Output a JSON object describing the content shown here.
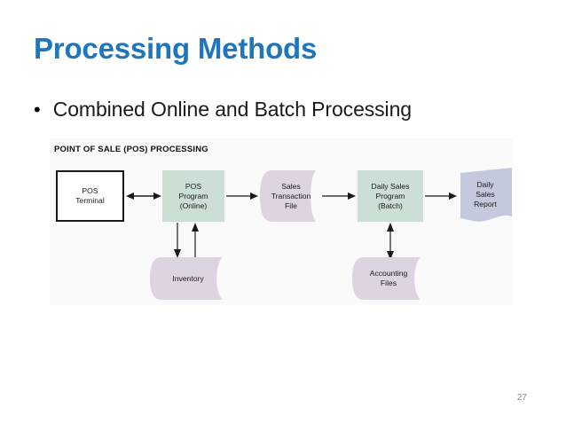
{
  "slide": {
    "title": "Processing Methods",
    "bullet_marker": "•",
    "bullet_text": "Combined Online and Batch Processing",
    "page_number": "27",
    "title_color": "#1f76bc"
  },
  "diagram": {
    "header": "POINT OF SALE (POS) PROCESSING",
    "panel_background": "#fbfafa",
    "colors": {
      "process_green": "#cbdfd4",
      "file_purple": "#ded3e1",
      "document_blue": "#c4c9dd",
      "terminal_white": "#ffffff",
      "outline_black": "#18181a"
    },
    "nodes": [
      {
        "id": "pos-terminal",
        "label": "POS\nTerminal",
        "shape": "rectangle-outlined"
      },
      {
        "id": "pos-program",
        "label": "POS\nProgram\n(Online)",
        "shape": "rectangle-process"
      },
      {
        "id": "sales-transaction",
        "label": "Sales\nTransaction\nFile",
        "shape": "file"
      },
      {
        "id": "daily-sales-program",
        "label": "Daily Sales\nProgram\n(Batch)",
        "shape": "rectangle-process"
      },
      {
        "id": "daily-sales-report",
        "label": "Daily\nSales\nReport",
        "shape": "document"
      },
      {
        "id": "inventory",
        "label": "Inventory",
        "shape": "file"
      },
      {
        "id": "accounting-files",
        "label": "Accounting\nFiles",
        "shape": "file"
      }
    ],
    "connectors": [
      {
        "id": "terminal-to-program",
        "from": "pos-terminal",
        "to": "pos-program",
        "direction": "bidirectional",
        "orientation": "horizontal"
      },
      {
        "id": "program-to-transaction",
        "from": "pos-program",
        "to": "sales-transaction",
        "direction": "forward",
        "orientation": "horizontal"
      },
      {
        "id": "transaction-to-batch",
        "from": "sales-transaction",
        "to": "daily-sales-program",
        "direction": "forward",
        "orientation": "horizontal"
      },
      {
        "id": "batch-to-report",
        "from": "daily-sales-program",
        "to": "daily-sales-report",
        "direction": "forward",
        "orientation": "horizontal"
      },
      {
        "id": "program-to-inventory",
        "from": "pos-program",
        "to": "inventory",
        "direction": "down",
        "orientation": "vertical"
      },
      {
        "id": "inventory-to-program",
        "from": "inventory",
        "to": "pos-program",
        "direction": "up",
        "orientation": "vertical"
      },
      {
        "id": "batch-to-accounting",
        "from": "daily-sales-program",
        "to": "accounting-files",
        "direction": "bidirectional",
        "orientation": "vertical"
      }
    ]
  }
}
